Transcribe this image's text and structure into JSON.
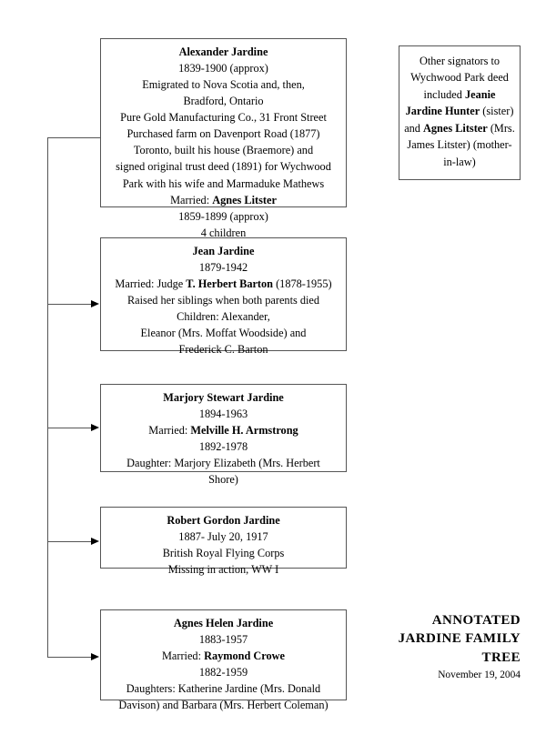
{
  "document": {
    "title_lines": [
      "ANNOTATED",
      "JARDINE FAMILY",
      "TREE"
    ],
    "date": "November 19, 2004"
  },
  "colors": {
    "box_border": "#555555",
    "text": "#000000",
    "background": "#ffffff",
    "connector": "#555555"
  },
  "root": {
    "name": "Alexander Jardine",
    "lines": [
      "1839-1900 (approx)",
      "Emigrated to Nova Scotia and, then,",
      "Bradford, Ontario",
      "Pure Gold Manufacturing Co., 31 Front Street",
      "Purchased farm on Davenport Road (1877)",
      "Toronto, built his house (Braemore) and",
      "signed original trust deed (1891) for Wychwood",
      "Park with his wife and Marmaduke Mathews"
    ],
    "spouse_label": "Married:",
    "spouse_name": "Agnes Litster",
    "spouse_dates": "1859-1899 (approx)",
    "children_count": "4 children"
  },
  "signators": {
    "intro_lines": [
      "Other signators to",
      "Wychwood Park",
      "deed included"
    ],
    "person_1_name": "Jeanie Jardine Hunter",
    "person_1_relation": "(sister)",
    "conjunction": "and",
    "person_2_name": "Agnes Litster",
    "person_2_alias": "(Mrs. James Litster)",
    "person_2_relation": "(mother-in-law)"
  },
  "children": [
    {
      "name": "Jean Jardine",
      "dates": "1879-1942",
      "marriage_prefix": "Married: Judge ",
      "spouse_name": "T. Herbert Barton",
      "spouse_dates": " (1878-1955)",
      "notes": [
        "Raised her siblings when both parents died"
      ],
      "issue": [
        "Children: Alexander,",
        "Eleanor (Mrs. Moffat Woodside) and",
        "Frederick C. Barton"
      ]
    },
    {
      "name": "Marjory Stewart Jardine",
      "dates": "1894-1963",
      "marriage_prefix": "Married: ",
      "spouse_name": "Melville H. Armstrong",
      "spouse_dates": "",
      "spouse_dates_line": "1892-1978",
      "notes": [],
      "issue": [
        "Daughter: Marjory Elizabeth (Mrs. Herbert",
        "Shore)"
      ]
    },
    {
      "name": "Robert Gordon Jardine",
      "dates": "1887- July 20, 1917",
      "marriage_prefix": "",
      "spouse_name": "",
      "spouse_dates": "",
      "notes": [
        "British Royal Flying Corps",
        "Missing in action, WW I"
      ],
      "issue": []
    },
    {
      "name": "Agnes Helen Jardine",
      "dates": "1883-1957",
      "marriage_prefix": "Married:  ",
      "spouse_name": "Raymond Crowe",
      "spouse_dates": "",
      "spouse_dates_line": "1882-1959",
      "notes": [],
      "issue": [
        "Daughters: Katherine Jardine (Mrs. Donald",
        "Davison) and Barbara (Mrs. Herbert Coleman)"
      ]
    }
  ]
}
